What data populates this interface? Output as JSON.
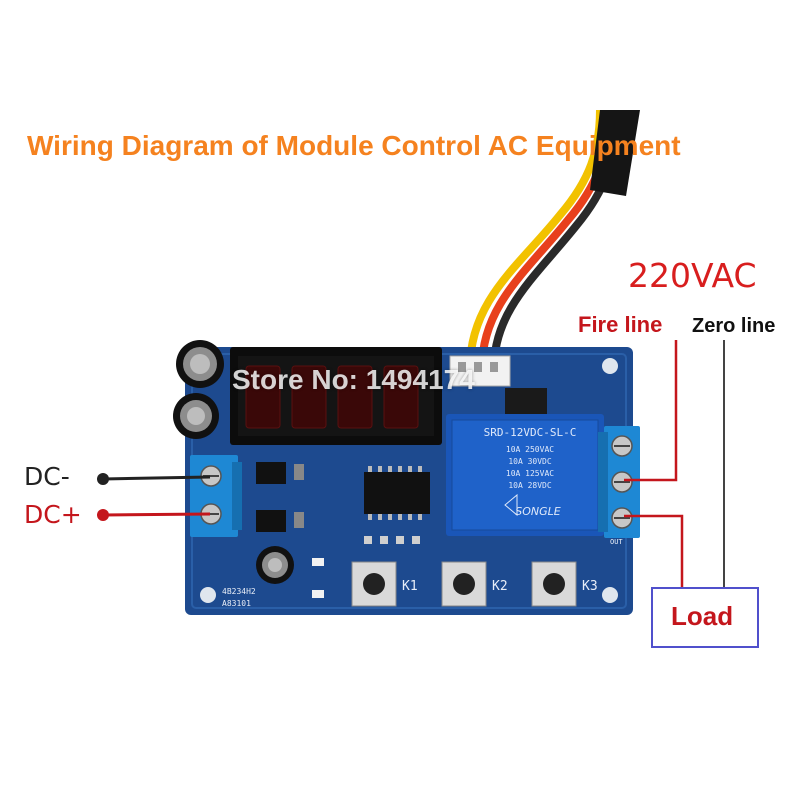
{
  "title": "Wiring Diagram of Module Control AC Equipment",
  "supply_voltage": "220VAC",
  "fire_line_label": "Fire line",
  "zero_line_label": "Zero line",
  "dc_negative_label": "DC-",
  "dc_positive_label": "DC+",
  "load_label": "Load",
  "watermark": "Store No: 1494174",
  "board": {
    "button_labels": [
      "K1",
      "K2",
      "K3"
    ],
    "relay_model": "SRD-12VDC-SL-C",
    "relay_brand": "SONGLE",
    "relay_ratings": [
      "10A 250VAC",
      "10A 30VDC",
      "10A 125VAC",
      "10A 28VDC"
    ],
    "board_codes": [
      "4B234H2",
      "A83101"
    ],
    "output_label": "OUT"
  },
  "colors": {
    "title": "#f5821f",
    "voltage": "#d81e1e",
    "fire_line": "#c4161c",
    "zero_line": "#111111",
    "dc_positive": "#c4161c",
    "dc_negative": "#222222",
    "load_text": "#c4161c",
    "load_border": "#5050cc",
    "pcb": "#1d4a8f",
    "relay": "#1a56b8",
    "terminal": "#1e88d4"
  }
}
